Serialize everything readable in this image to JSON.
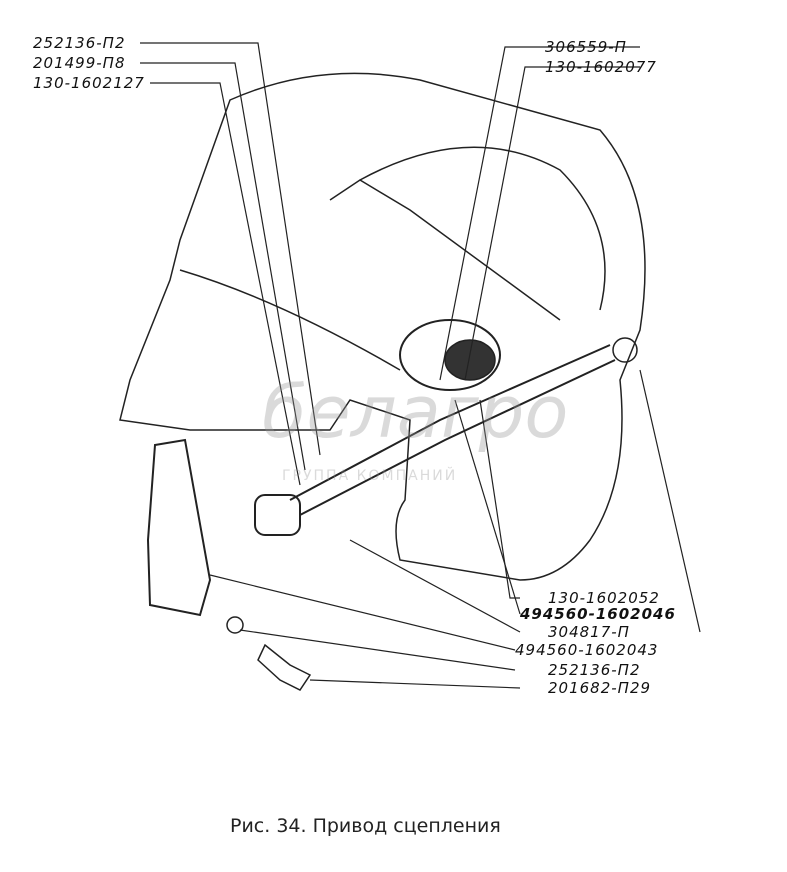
{
  "figure": {
    "caption": "Рис. 34. Привод сцепления",
    "watermark": {
      "brand": "белагро",
      "subtitle": "ГРУППА КОМПАНИЙ"
    },
    "labels_left": [
      "252136-П2",
      "201499-П8",
      "130-1602127"
    ],
    "labels_top_right": [
      "306559-П",
      "130-1602077"
    ],
    "labels_bottom_right": [
      "130-1602052",
      "494560-1602046",
      "304817-П",
      "494560-1602043",
      "252136-П2",
      "201682-П29"
    ]
  }
}
